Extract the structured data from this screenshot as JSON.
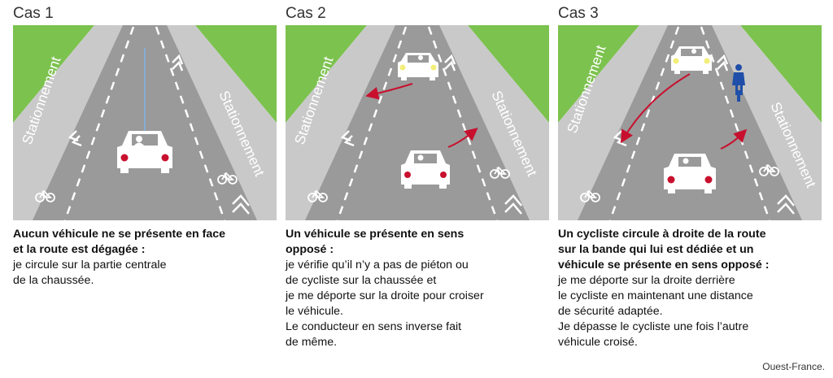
{
  "panels": [
    {
      "title": "Cas 1",
      "parking_left": "Stationnement",
      "parking_right": "Stationnement",
      "caption_bold": [
        "Aucun véhicule ne se présente en face",
        "et la route est dégagée :"
      ],
      "caption_text": [
        "je circule sur la partie centrale",
        "de la chaussée."
      ]
    },
    {
      "title": "Cas 2",
      "parking_left": "Stationnement",
      "parking_right": "Stationnement",
      "caption_bold": [
        "Un véhicule se présente en sens",
        "opposé :"
      ],
      "caption_text": [
        "je vérifie qu’il n’y a pas de piéton ou",
        "de cycliste sur la chaussée et",
        "je me déporte sur la droite pour croiser",
        "le véhicule.",
        "Le conducteur en sens inverse fait",
        "de même."
      ]
    },
    {
      "title": "Cas 3",
      "parking_left": "Stationnement",
      "parking_right": "Stationnement",
      "caption_bold": [
        "Un cycliste circule à droite de la route",
        "sur la bande qui lui est dédiée et un",
        "véhicule se présente en sens opposé :"
      ],
      "caption_text": [
        "je me déporte sur la droite derrière",
        "le cycliste en maintenant une distance",
        "de sécurité adaptée.",
        "Je dépasse le cycliste une fois l’autre",
        "véhicule croisé."
      ]
    }
  ],
  "credit": "Ouest-France.",
  "colors": {
    "grass": "#7cc24e",
    "road": "#9a9a9a",
    "sidewalk": "#c9c9c9",
    "arrow": "#c8102e",
    "cyclist": "#1f4fa8",
    "taillight": "#c8102e",
    "headlight": "#f3ee7a"
  },
  "icons": [
    "bicycle-icon",
    "chevron-icon",
    "car-rear-icon",
    "car-front-icon",
    "cyclist-icon",
    "curved-arrow-icon"
  ]
}
